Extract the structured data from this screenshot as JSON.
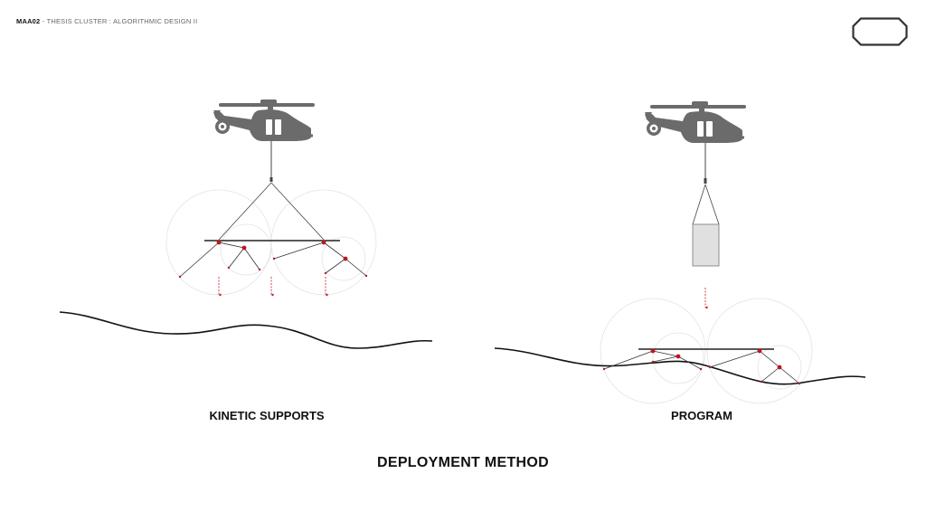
{
  "header": {
    "code": "MAA02",
    "subtitle": " - THESIS CLUSTER : ALGORITHMIC DESIGN II"
  },
  "left_panel": {
    "caption": "KINETIC SUPPORTS"
  },
  "right_panel": {
    "caption": "PROGRAM"
  },
  "main_title": "DEPLOYMENT METHOD",
  "colors": {
    "helicopter": "#6b6b6b",
    "structure_line": "#333333",
    "joint_red": "#c0161c",
    "guide_circle": "#e2e2e2",
    "terrain": "#111111",
    "container_fill": "#e0e0e0"
  },
  "icons": [
    "helicopter-icon",
    "logo-outline"
  ]
}
